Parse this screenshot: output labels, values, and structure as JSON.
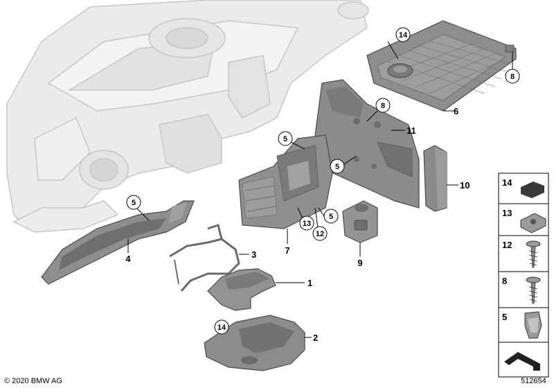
{
  "copyright": "© 2020 BMW AG",
  "diagram_number": "512654",
  "part_labels": {
    "p1": "1",
    "p2": "2",
    "p3": "3",
    "p4": "4",
    "p6": "6",
    "p7": "7",
    "p9": "9",
    "p10": "10",
    "p11": "11"
  },
  "circled_labels": {
    "c14_top": "14",
    "c8_top": "8",
    "c8_mid": "8",
    "c5_bracket": "5",
    "c5_mid": "5",
    "c5_left": "5",
    "c5_cover": "5",
    "c13": "13",
    "c12": "12",
    "c14_bottom": "14"
  },
  "legend": [
    "14",
    "13",
    "12",
    "8",
    "5"
  ],
  "colors": {
    "part_fill": "#8e8e8e",
    "part_dark": "#5f5f5f",
    "dashboard_fill": "#e9e9e9",
    "dashboard_stroke": "#c8c8c8"
  }
}
